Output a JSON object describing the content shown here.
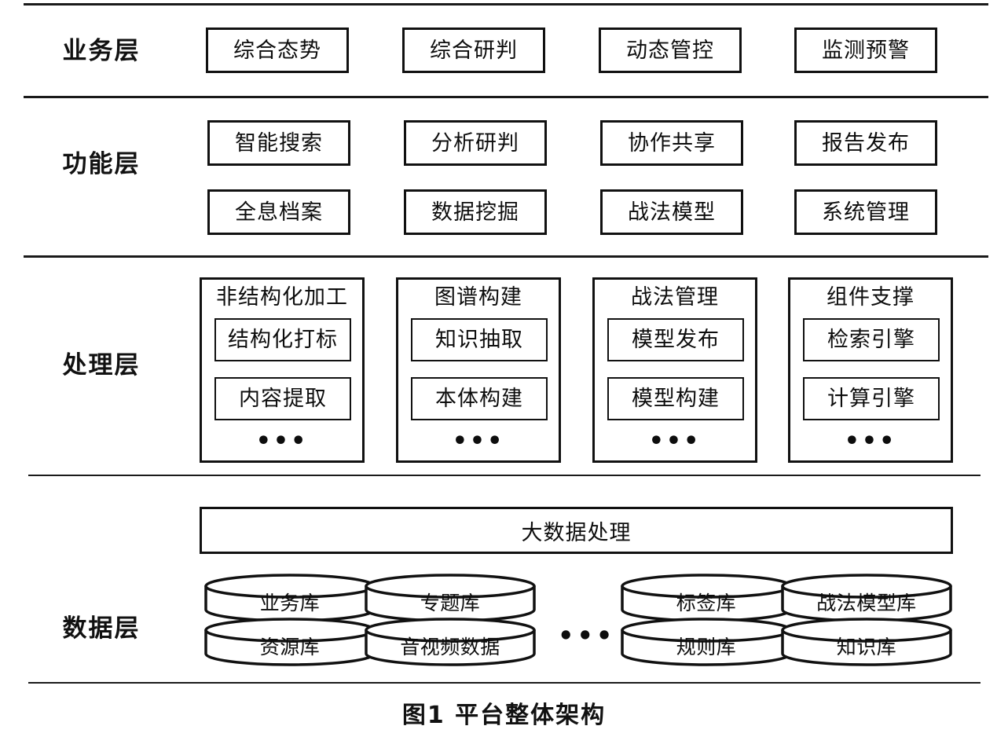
{
  "figure": {
    "caption": "图1  平台整体架构"
  },
  "layers": [
    {
      "id": "business",
      "label": "业务层",
      "nodes": [
        "综合态势",
        "综合研判",
        "动态管控",
        "监测预警"
      ]
    },
    {
      "id": "function",
      "label": "功能层",
      "row1": [
        "智能搜索",
        "分析研判",
        "协作共享",
        "报告发布"
      ],
      "row2": [
        "全息档案",
        "数据挖掘",
        "战法模型",
        "系统管理"
      ]
    },
    {
      "id": "processing",
      "label": "处理层",
      "groups": [
        {
          "title": "非结构化加工",
          "items": [
            "结构化打标",
            "内容提取"
          ],
          "more": "•••"
        },
        {
          "title": "图谱构建",
          "items": [
            "知识抽取",
            "本体构建"
          ],
          "more": "•••"
        },
        {
          "title": "战法管理",
          "items": [
            "模型发布",
            "模型构建"
          ],
          "more": "•••"
        },
        {
          "title": "组件支撑",
          "items": [
            "检索引擎",
            "计算引擎"
          ],
          "more": "•••"
        }
      ]
    },
    {
      "id": "data",
      "label": "数据层",
      "bar": "大数据处理",
      "ellipsis": "•••",
      "db_left": {
        "top": [
          "业务库",
          "专题库"
        ],
        "bottom": [
          "资源库",
          "音视频数据"
        ]
      },
      "db_right": {
        "top": [
          "标签库",
          "战法模型库"
        ],
        "bottom": [
          "规则库",
          "知识库"
        ]
      }
    }
  ],
  "colors": {
    "stroke": "#111111",
    "background": "#ffffff",
    "text": "#0d0d0d"
  }
}
